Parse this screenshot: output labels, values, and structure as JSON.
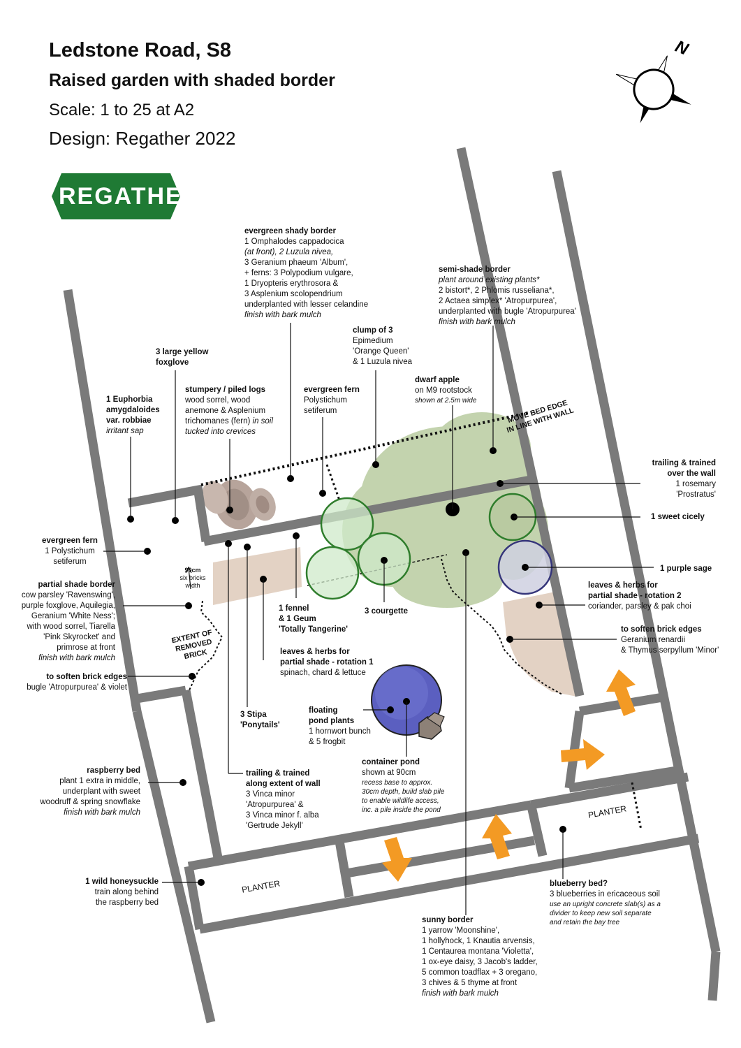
{
  "header": {
    "title": "Ledstone Road, S8",
    "subtitle": "Raised garden with shaded border",
    "scale": "Scale: 1 to 25 at A2",
    "design": "Design: Regather 2022"
  },
  "logo": {
    "letters": "REGATHER",
    "color": "#1f7a34"
  },
  "compass": {
    "north_label": "N"
  },
  "colors": {
    "wall": "#7a7a7a",
    "arrow": "#f39a24",
    "grass_circle": "#2f7d2c",
    "sage_circle": "#35357a",
    "pond": "#5b5fc0",
    "bed": "#e3d2c4",
    "apple_canopy": "#b9ccA0"
  },
  "labels": {
    "evergreen_shady_border": {
      "title": "evergreen shady border",
      "lines": [
        "1 Omphalodes cappadocica",
        "(at front), 2 Luzula nivea,",
        "3 Geranium phaeum 'Album',",
        "+ ferns: 3 Polypodium vulgare,",
        "1 Dryopteris erythrosora &",
        "3 Asplenium scolopendrium",
        "underplanted with lesser celandine"
      ],
      "note": "finish with bark mulch"
    },
    "semi_shade_border": {
      "title": "semi-shade border",
      "note1": "plant around existing plants*",
      "lines": [
        "2 bistort*, 2 Phlomis russeliana*,",
        "2 Actaea simplex* 'Atropurpurea',",
        "underplanted with bugle 'Atropurpurea'"
      ],
      "note2": "finish with bark mulch"
    },
    "clump": {
      "title": "clump of 3",
      "lines": [
        "Epimedium",
        "'Orange Queen'",
        "& 1 Luzula nivea"
      ]
    },
    "foxglove": {
      "title1": "3 large yellow",
      "title2": "foxglove"
    },
    "stumpery": {
      "title": "stumpery / piled logs",
      "lines": [
        "wood sorrel, wood",
        "anemone & Asplenium",
        "trichomanes (fern)"
      ],
      "note": "in soil",
      "note2": "tucked into crevices"
    },
    "fern_top": {
      "title": "evergreen fern",
      "lines": [
        "Polystichum",
        "setiferum"
      ]
    },
    "euphorbia": {
      "title1": "1 Euphorbia",
      "title2": "amygdaloides",
      "title3": "var. robbiae",
      "note": "irritant sap"
    },
    "dwarf_apple": {
      "title": "dwarf apple",
      "line": "on M9 rootstock",
      "note": "shown at 2.5m wide"
    },
    "move_bed": {
      "line1": "MOVE BED EDGE",
      "line2": "IN LINE WITH WALL"
    },
    "rosemary": {
      "title1": "trailing & trained",
      "title2": "over the wall",
      "lines": [
        "1 rosemary",
        "'Prostratus'"
      ]
    },
    "sweet_cicely": {
      "title": "1 sweet cicely"
    },
    "purple_sage": {
      "title": "1 purple sage"
    },
    "rotation2": {
      "title1": "leaves & herbs for",
      "title2": "partial shade - rotation 2",
      "line": "coriander, parsley & pak choi"
    },
    "soften_right": {
      "title": "to soften brick edges",
      "lines": [
        "Geranium renardii",
        "& Thymus serpyllum 'Minor'"
      ]
    },
    "fern_left": {
      "title": "evergreen fern",
      "lines": [
        "1 Polystichum",
        "setiferum"
      ]
    },
    "width_note": {
      "l1": "90cm",
      "l2": "six bricks",
      "l3": "width"
    },
    "partial_shade_border": {
      "title": "partial shade border",
      "lines": [
        "cow parsley 'Ravenswing',",
        "purple foxglove, Aquilegia,",
        "Geranium 'White Ness';",
        "with wood sorrel, Tiarella",
        "'Pink Skyrocket' and",
        "primrose at front"
      ],
      "note": "finish with bark mulch"
    },
    "extent": {
      "l1": "EXTENT OF",
      "l2": "REMOVED",
      "l3": "BRICK"
    },
    "soften_left": {
      "title": "to soften brick edges",
      "line": "bugle 'Atropurpurea' & violet"
    },
    "fennel": {
      "l1": "1 fennel",
      "l2": "& 1 Geum",
      "l3": "'Totally Tangerine'"
    },
    "courgette": {
      "title": "3 courgette"
    },
    "rotation1": {
      "title1": "leaves & herbs for",
      "title2": "partial shade - rotation 1",
      "line": "spinach, chard & lettuce"
    },
    "stipa": {
      "l1": "3 Stipa",
      "l2": "'Ponytails'"
    },
    "floating": {
      "title1": "floating",
      "title2": "pond plants",
      "lines": [
        "1  hornwort bunch",
        "& 5 frogbit"
      ]
    },
    "container_pond": {
      "title": "container pond",
      "line": "shown at 90cm",
      "notes": [
        "recess base to approx.",
        "30cm depth, build slab pile",
        "to enable wildlife access,",
        "inc. a pile inside the pond"
      ]
    },
    "vinca": {
      "title1": "trailing & trained",
      "title2": "along extent of wall",
      "lines": [
        "3 Vinca minor",
        "'Atropurpurea' &",
        "3 Vinca minor f. alba",
        "'Gertrude Jekyll'"
      ]
    },
    "raspberry": {
      "title": "raspberry bed",
      "lines": [
        "plant 1 extra in middle,",
        "underplant with sweet",
        "woodruff & spring snowflake"
      ],
      "note": "finish with bark mulch"
    },
    "honeysuckle": {
      "title": "1 wild honeysuckle",
      "lines": [
        "train along behind",
        "the raspberry bed"
      ]
    },
    "planter_left": "PLANTER",
    "planter_right": "PLANTER",
    "blueberry": {
      "title": "blueberry bed?",
      "line": "3 blueberries in ericaceous soil",
      "notes": [
        "use an upright concrete slab(s) as a",
        "divider to keep new soil separate",
        "and retain the bay tree"
      ]
    },
    "sunny_border": {
      "title": "sunny border",
      "lines": [
        "1 yarrow 'Moonshine',",
        "1 hollyhock, 1 Knautia arvensis,",
        "1 Centaurea montana 'Violetta',",
        "1 ox-eye daisy, 3 Jacob's ladder,",
        "5 common toadflax + 3 oregano,",
        "3 chives & 5 thyme at front"
      ],
      "note": "finish with bark mulch"
    }
  }
}
